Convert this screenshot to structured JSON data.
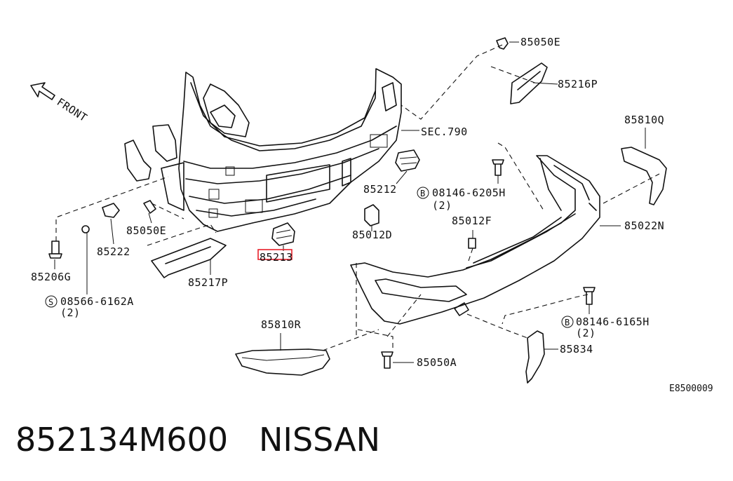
{
  "diagram": {
    "direction_label": "FRONT",
    "labels": {
      "p85050E_top": "85050E",
      "p85216P": "85216P",
      "sec790": "SEC.790",
      "p85810Q": "85810Q",
      "p85212": "85212",
      "p08146_6205H": "08146-6205H",
      "p08146_6205H_qty": "(2)",
      "p85012F": "85012F",
      "p85012D": "85012D",
      "p85022N": "85022N",
      "p85222": "85222",
      "p85050E": "85050E",
      "p85206G": "85206G",
      "p85213": "85213",
      "p85217P": "85217P",
      "p08566_6162A": "08566-6162A",
      "p08566_6162A_qty": "(2)",
      "p08146_6165H": "08146-6165H",
      "p08146_6165H_qty": "(2)",
      "p85810R": "85810R",
      "p85834": "85834",
      "p85050A": "85050A",
      "ref_code": "E8500009"
    },
    "badges": {
      "bolt_b1": "B",
      "bolt_b2": "B",
      "screw_s": "S"
    },
    "highlight_color": "#e8202a"
  },
  "caption": {
    "part_number": "852134M600",
    "brand": "NISSAN"
  }
}
